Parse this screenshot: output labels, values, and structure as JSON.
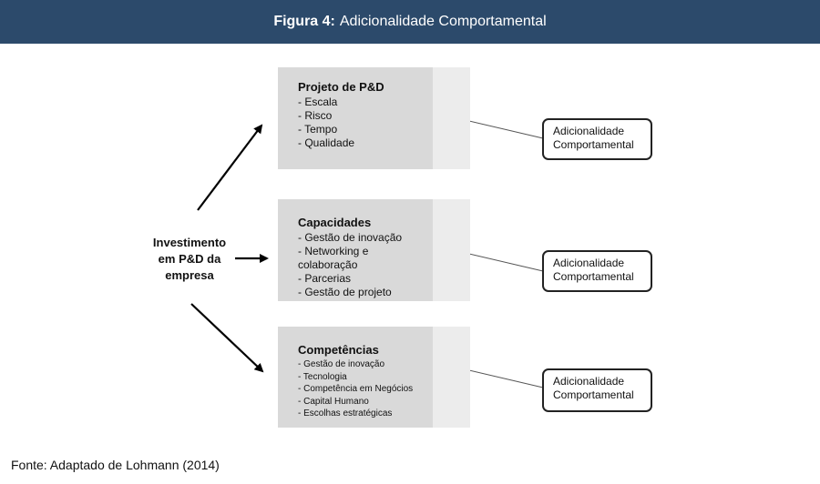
{
  "header": {
    "figure_label": "Figura 4:",
    "title": "Adicionalidade Comportamental"
  },
  "origin": {
    "label": "Investimento em P&D da empresa"
  },
  "boxes": [
    {
      "title": "Projeto de P&D",
      "items": [
        "- Escala",
        "- Risco",
        "- Tempo",
        "- Qualidade"
      ]
    },
    {
      "title": "Capacidades",
      "items": [
        "- Gestão de inovação",
        "- Networking e colaboração",
        "- Parcerias",
        "- Gestão de projeto"
      ]
    },
    {
      "title": "Competências",
      "items": [
        "- Gestão de inovação",
        "- Tecnologia",
        "- Competência em Negócios",
        "- Capital Humano",
        "- Escolhas estratégicas"
      ]
    }
  ],
  "outcomes": [
    {
      "label": "Adicionalidade Comportamental"
    },
    {
      "label": "Adicionalidade Comportamental"
    },
    {
      "label": "Adicionalidade Comportamental"
    }
  ],
  "source": "Fonte: Adaptado de Lohmann (2014)",
  "colors": {
    "header_bg": "#2c4a6b",
    "box_bg": "#d9d9d9",
    "box_ext_bg": "#ececec"
  }
}
